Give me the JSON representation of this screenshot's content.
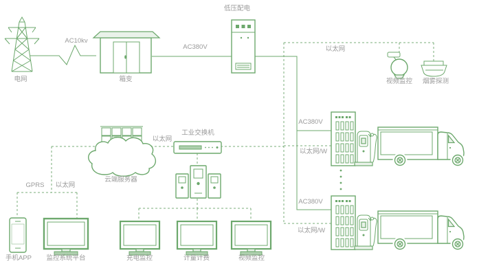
{
  "colors": {
    "line": "#6CA86C",
    "line_dashed": "#79AE79",
    "fill_light": "#E9F2E9",
    "fill_mid": "#AECFAE",
    "label_text": "#9A9A9A",
    "background": "#FFFFFF"
  },
  "labels": {
    "grid": "电网",
    "ac10kv": "AC10kv",
    "transformer": "箱变",
    "ac380v_main": "AC380V",
    "lv_distribution": "低压配电",
    "ethernet_top": "以太网",
    "video_monitor_top": "视频监控",
    "smoke_detector": "烟雾探测",
    "ac380v_station1": "AC380V",
    "ethernet_w_station1": "以太网/W",
    "ac380v_station2": "AC380V",
    "ethernet_w_station2": "以太网/W",
    "cloud_server": "云端服务器",
    "ethernet_mid": "以太网",
    "industrial_switch": "工业交换机",
    "gprs": "GPRS",
    "ethernet_left": "以太网",
    "phone_app": "手机APP",
    "monitor_platform": "监控系统平台",
    "charging_monitor": "充电监控",
    "metering_billing": "计量计费",
    "video_monitor_bottom": "视频监控"
  }
}
